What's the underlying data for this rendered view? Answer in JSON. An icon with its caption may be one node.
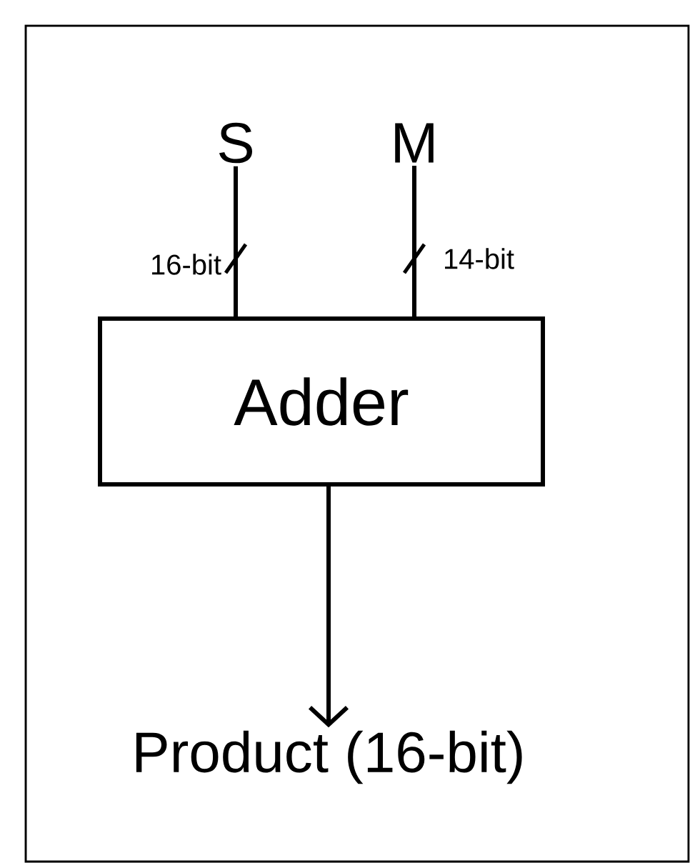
{
  "diagram": {
    "nodes": [
      {
        "text": [
          "S"
        ]
      },
      {
        "text": [
          "M"
        ]
      },
      {
        "text": [
          "Adder"
        ]
      },
      {
        "text": [
          "Product (16-bit)"
        ]
      }
    ],
    "edges": [
      {
        "from": 0,
        "to": 2,
        "arrow": "none",
        "label": "16-bit"
      },
      {
        "from": 1,
        "to": 2,
        "arrow": "none",
        "label": "14-bit"
      },
      {
        "from": 2,
        "to": 3,
        "arrow": "to"
      }
    ]
  }
}
